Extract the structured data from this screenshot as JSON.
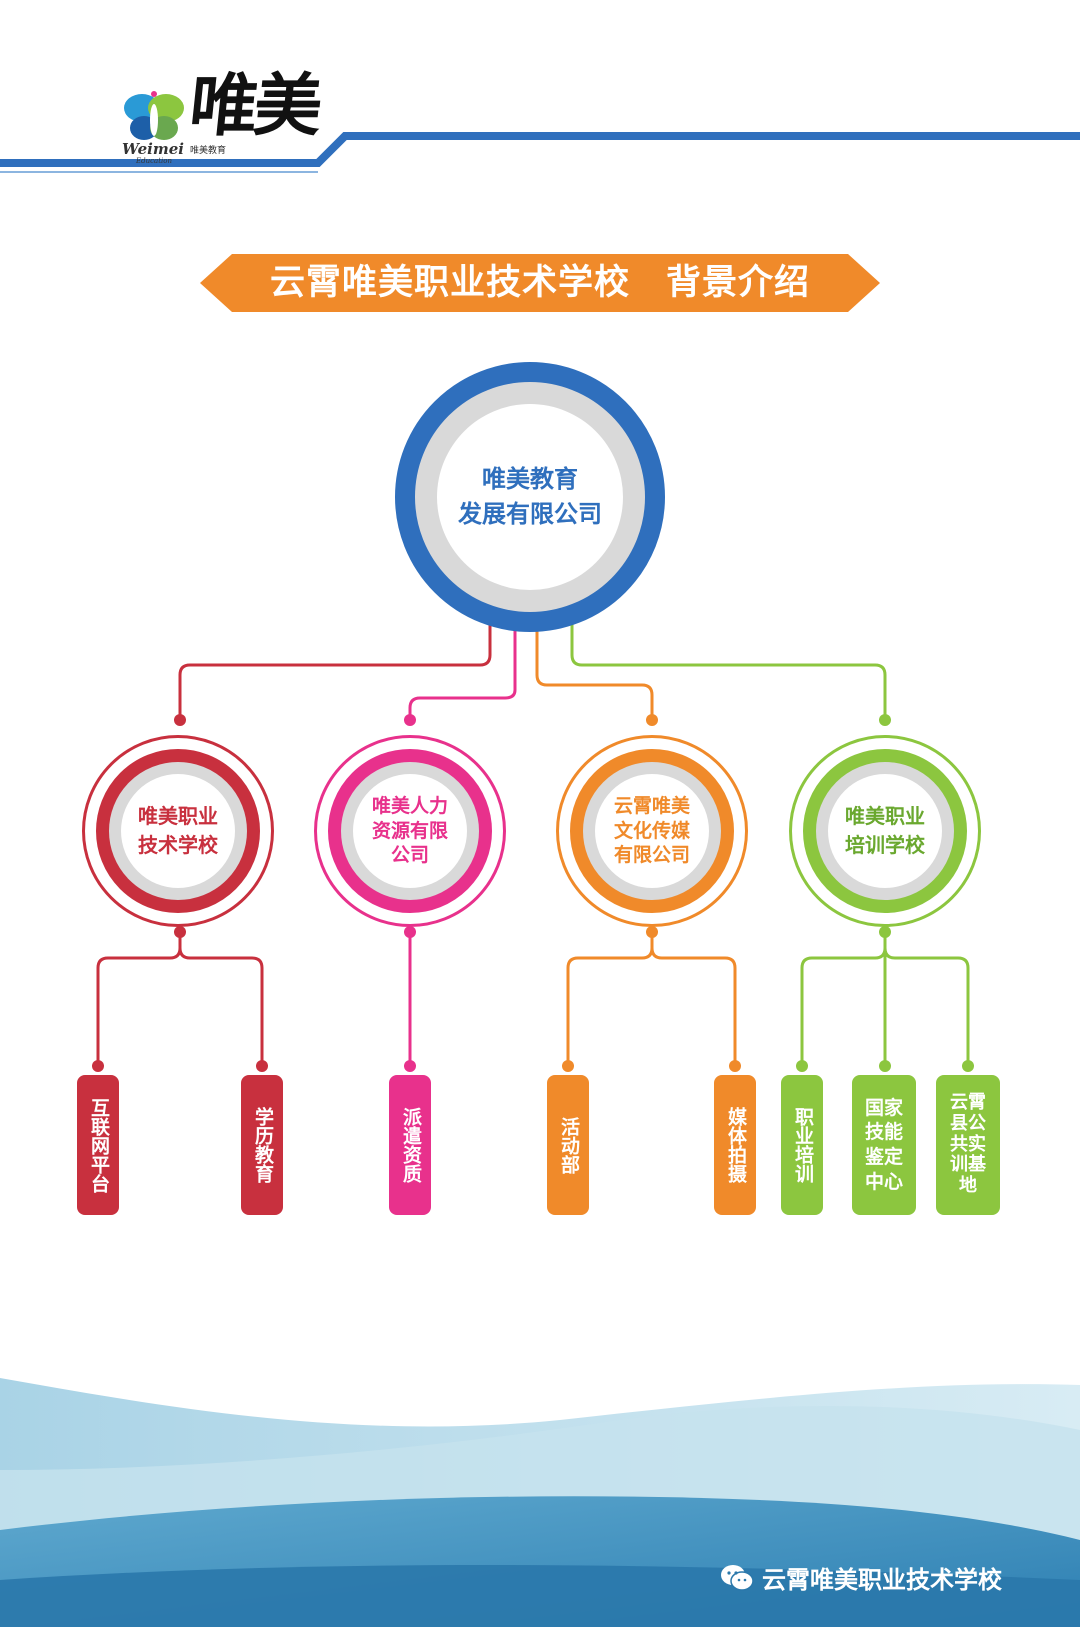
{
  "header": {
    "logo_chars": "唯美",
    "logo_en": "Weimei",
    "logo_cn": "唯美教育",
    "logo_edu": "Education"
  },
  "banner": {
    "title": "云霄唯美职业技术学校　背景介绍"
  },
  "root": {
    "label": "唯美教育\n发展有限公司"
  },
  "branches": [
    {
      "label": "唯美职业\n技术学校",
      "color": "#c8303e",
      "leaves": [
        "互联网平台",
        "学历教育"
      ]
    },
    {
      "label": "唯美人力\n资源有限\n公司",
      "color": "#e8318c",
      "leaves": [
        "派遣资质"
      ]
    },
    {
      "label": "云霄唯美\n文化传媒\n有限公司",
      "color": "#f08a2a",
      "leaves": [
        "活动部",
        "媒体拍摄"
      ]
    },
    {
      "label": "唯美职业\n培训学校",
      "color": "#8cc63f",
      "leaves": [
        "职业培训",
        "国家\n技能\n鉴定\n中心",
        "云霄\n县公\n共实\n训基\n地"
      ]
    }
  ],
  "colors": {
    "root_ring": "#2f6fbd",
    "header_line": "#2f6fbd",
    "banner": "#f08a2a"
  },
  "footer": {
    "icon": "wechat-icon",
    "text": "云霄唯美职业技术学校"
  }
}
